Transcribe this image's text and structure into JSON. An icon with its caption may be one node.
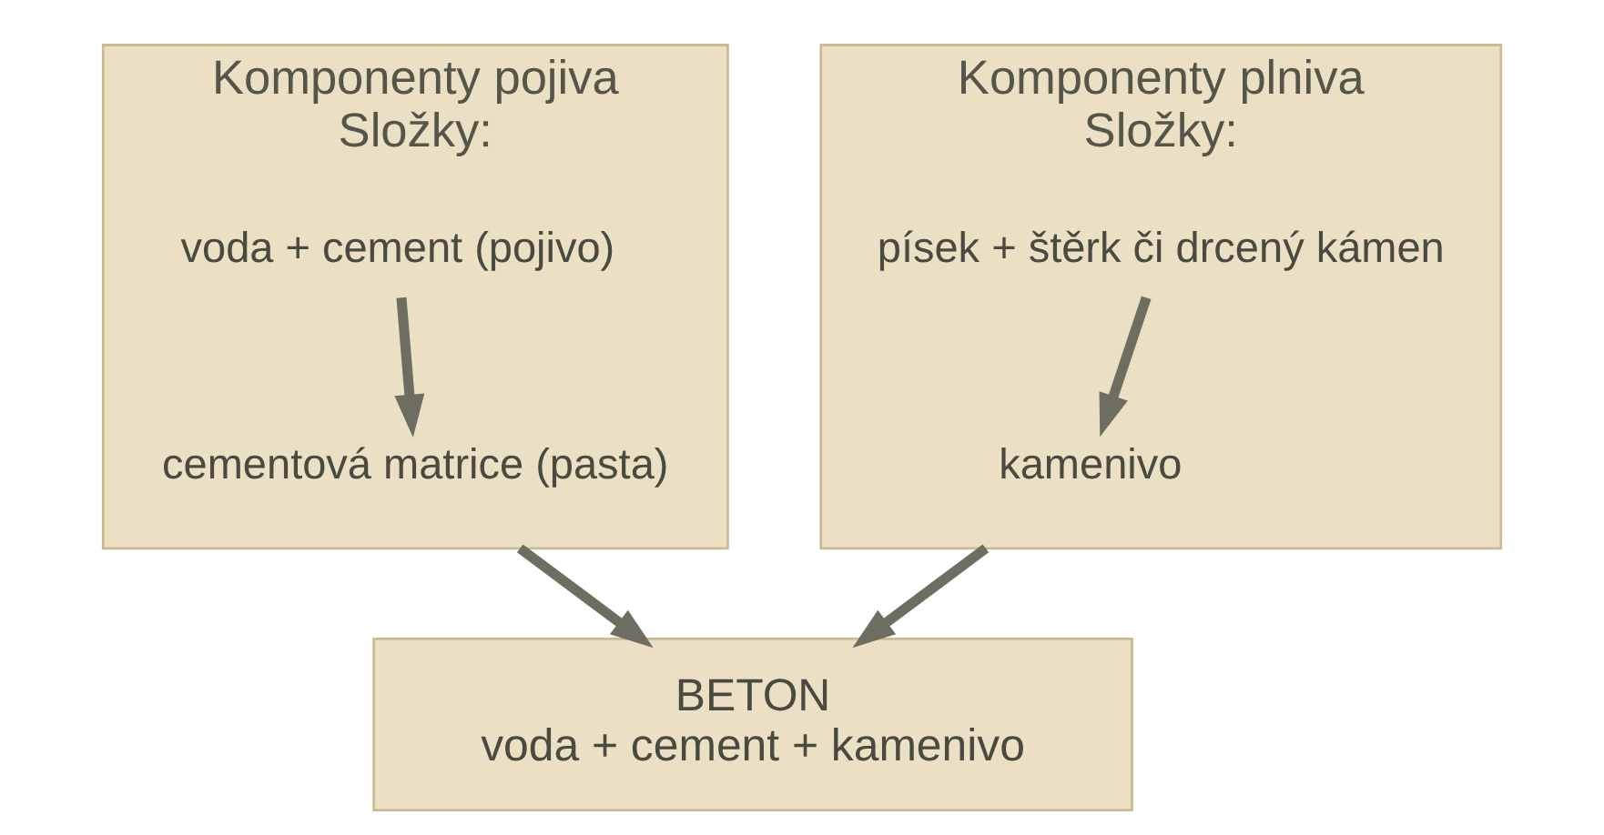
{
  "diagram": {
    "nodes": [
      {
        "text": [
          "Komponenty pojiva",
          "Složky:"
        ]
      },
      {
        "text": [
          "voda + cement (pojivo)"
        ],
        "in": 0
      },
      {
        "text": [
          "cementová matrice (pasta)"
        ],
        "in": 0
      },
      {
        "text": [
          "Komponenty plniva",
          "Složky:"
        ]
      },
      {
        "text": [
          "písek + štěrk či drcený kámen"
        ],
        "in": 3
      },
      {
        "text": [
          "kamenivo"
        ],
        "in": 3
      },
      {
        "text": [
          "BETON",
          "voda + cement + kamenivo"
        ]
      }
    ],
    "edges": [
      {
        "from": 1,
        "to": 2,
        "arrow": "to"
      },
      {
        "from": 4,
        "to": 5,
        "arrow": "to"
      },
      {
        "from": 0,
        "to": 6,
        "arrow": "to"
      },
      {
        "from": 3,
        "to": 6,
        "arrow": "to"
      }
    ]
  }
}
